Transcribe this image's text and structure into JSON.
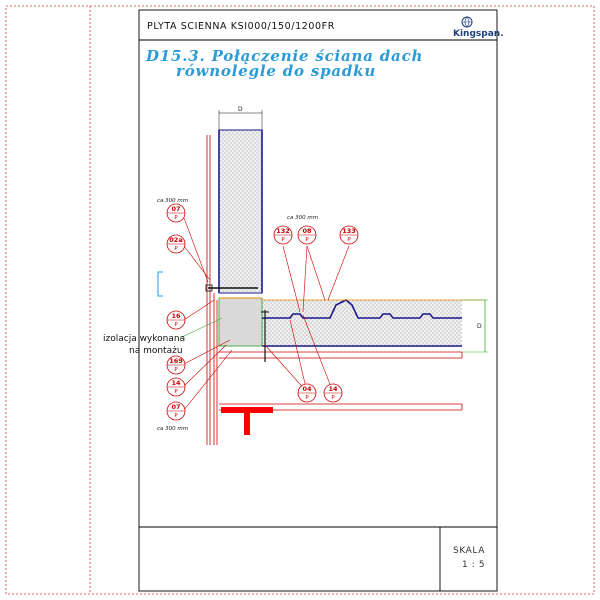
{
  "header": {
    "title": "PLYTA SCIENNA KSI000/150/1200FR",
    "logo_text": "Kingspan."
  },
  "drawing": {
    "title_line1": "D15.3. Połączenie ściana dach",
    "title_line2": "równolegle do spadku"
  },
  "dimensions": {
    "wall_thickness": "D",
    "roof_thickness": "D"
  },
  "notes": {
    "spacing_top_left": "ca 300 mm",
    "spacing_roof": "ca 300 mm",
    "spacing_bottom": "ca 300 mm",
    "insulation_line1": "izolacja wykonana",
    "insulation_line2": "na montażu"
  },
  "bubbles": [
    {
      "top": "07",
      "bottom": "P"
    },
    {
      "top": "02a",
      "bottom": "P"
    },
    {
      "top": "132",
      "bottom": "P"
    },
    {
      "top": "08",
      "bottom": "P"
    },
    {
      "top": "133",
      "bottom": "P"
    },
    {
      "top": "16",
      "bottom": "P"
    },
    {
      "top": "169",
      "bottom": "P"
    },
    {
      "top": "14",
      "bottom": "P"
    },
    {
      "top": "07",
      "bottom": "P"
    },
    {
      "top": "04",
      "bottom": "P"
    },
    {
      "top": "14",
      "bottom": "P"
    }
  ],
  "footer": {
    "scale_label": "SKALA",
    "scale_value": "1 : 5"
  },
  "colors": {
    "accent_title": "#2a9bd6",
    "callout_red": "#cc0000",
    "insulation_green": "#3aa83a",
    "panel_blue": "#1a1a8c",
    "beam_red": "#ff0000",
    "flashing_orange": "#e68a00"
  }
}
